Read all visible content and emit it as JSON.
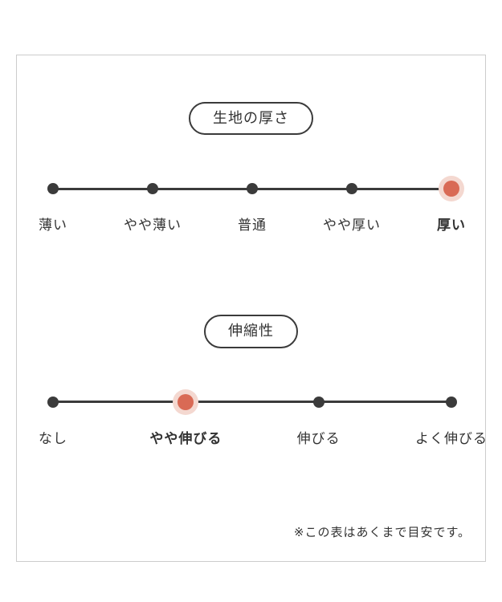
{
  "note": "※この表はあくまで目安です。",
  "colors": {
    "accent": "#d96a55",
    "accent_ring": "#f4d8d0",
    "dot": "#3b3b3b",
    "line": "#3b3b3b",
    "panel_border": "#cccccc",
    "text": "#333333"
  },
  "chart_data": [
    {
      "type": "dot-scale",
      "title": "生地の厚さ",
      "categories": [
        "薄い",
        "やや薄い",
        "普通",
        "やや厚い",
        "厚い"
      ],
      "selected_index": 4,
      "selected_label": "厚い"
    },
    {
      "type": "dot-scale",
      "title": "伸縮性",
      "categories": [
        "なし",
        "やや伸びる",
        "伸びる",
        "よく伸びる"
      ],
      "selected_index": 1,
      "selected_label": "やや伸びる"
    }
  ]
}
